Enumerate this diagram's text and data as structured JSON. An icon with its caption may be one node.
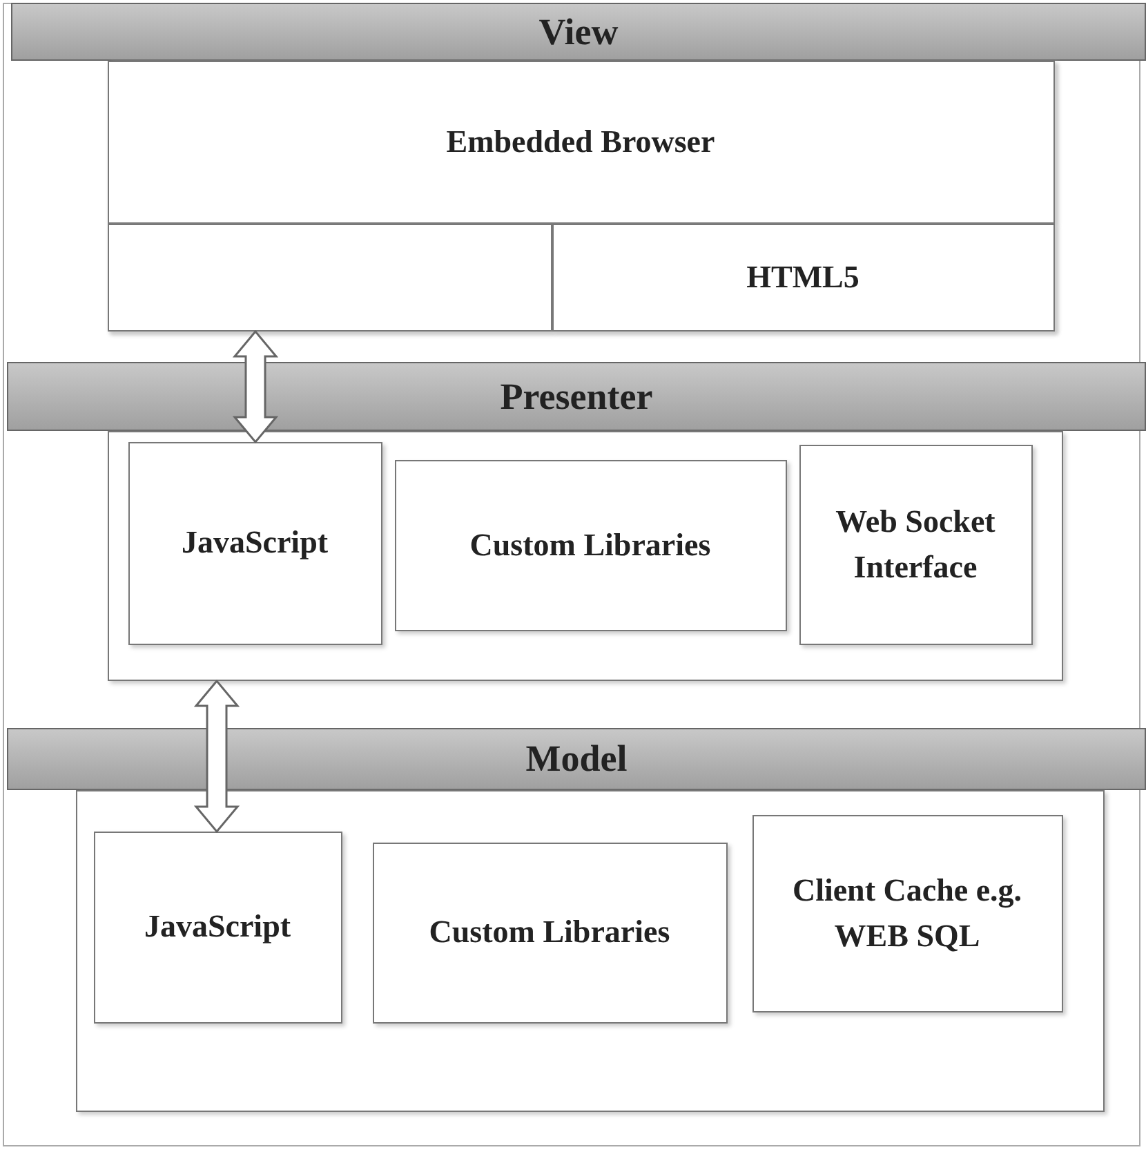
{
  "diagram": {
    "nodes": [
      {
        "text": [
          "View"
        ]
      },
      {
        "text": [],
        "shape": "box"
      },
      {
        "text": [
          "Embedded Browser"
        ],
        "in": 1
      },
      {
        "text": [],
        "shape": "box",
        "in": 1
      },
      {
        "text": [
          "HTML5"
        ],
        "in": 1
      },
      {
        "text": [
          "Presenter"
        ]
      },
      {
        "text": [],
        "shape": "box"
      },
      {
        "text": [
          "JavaScript"
        ],
        "in": 6
      },
      {
        "text": [
          "Custom Libraries"
        ],
        "in": 6
      },
      {
        "text": [
          "Web Socket Interface"
        ],
        "in": 6
      },
      {
        "text": [
          "Model"
        ]
      },
      {
        "text": [],
        "shape": "box"
      },
      {
        "text": [
          "JavaScript"
        ],
        "in": 11
      },
      {
        "text": [
          "Custom Libraries"
        ],
        "in": 11
      },
      {
        "text": [
          "Client Cache e.g. WEB SQL"
        ],
        "in": 11
      }
    ],
    "edges": [
      {
        "from": 3,
        "to": 7,
        "arrow": "both"
      },
      {
        "from": 6,
        "to": 12,
        "arrow": "both"
      }
    ]
  }
}
